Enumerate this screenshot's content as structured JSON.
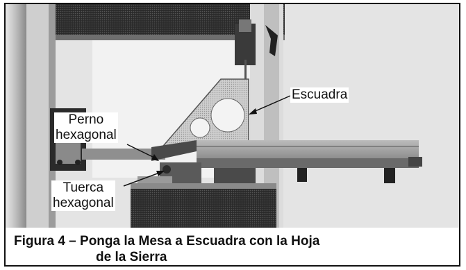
{
  "labels": {
    "escuadra": "Escuadra",
    "perno_line1": "Perno",
    "perno_line2": "hexagonal",
    "tuerca_line1": "Tuerca",
    "tuerca_line2": "hexagonal"
  },
  "caption": {
    "line1": "Figura 4 – Ponga la Mesa a Escuadra con la Hoja",
    "line2": "de la Sierra"
  },
  "colors": {
    "frame": "#111111",
    "photo_bg": "#d9d9d9",
    "machine_dark": "#1a1a1a"
  }
}
